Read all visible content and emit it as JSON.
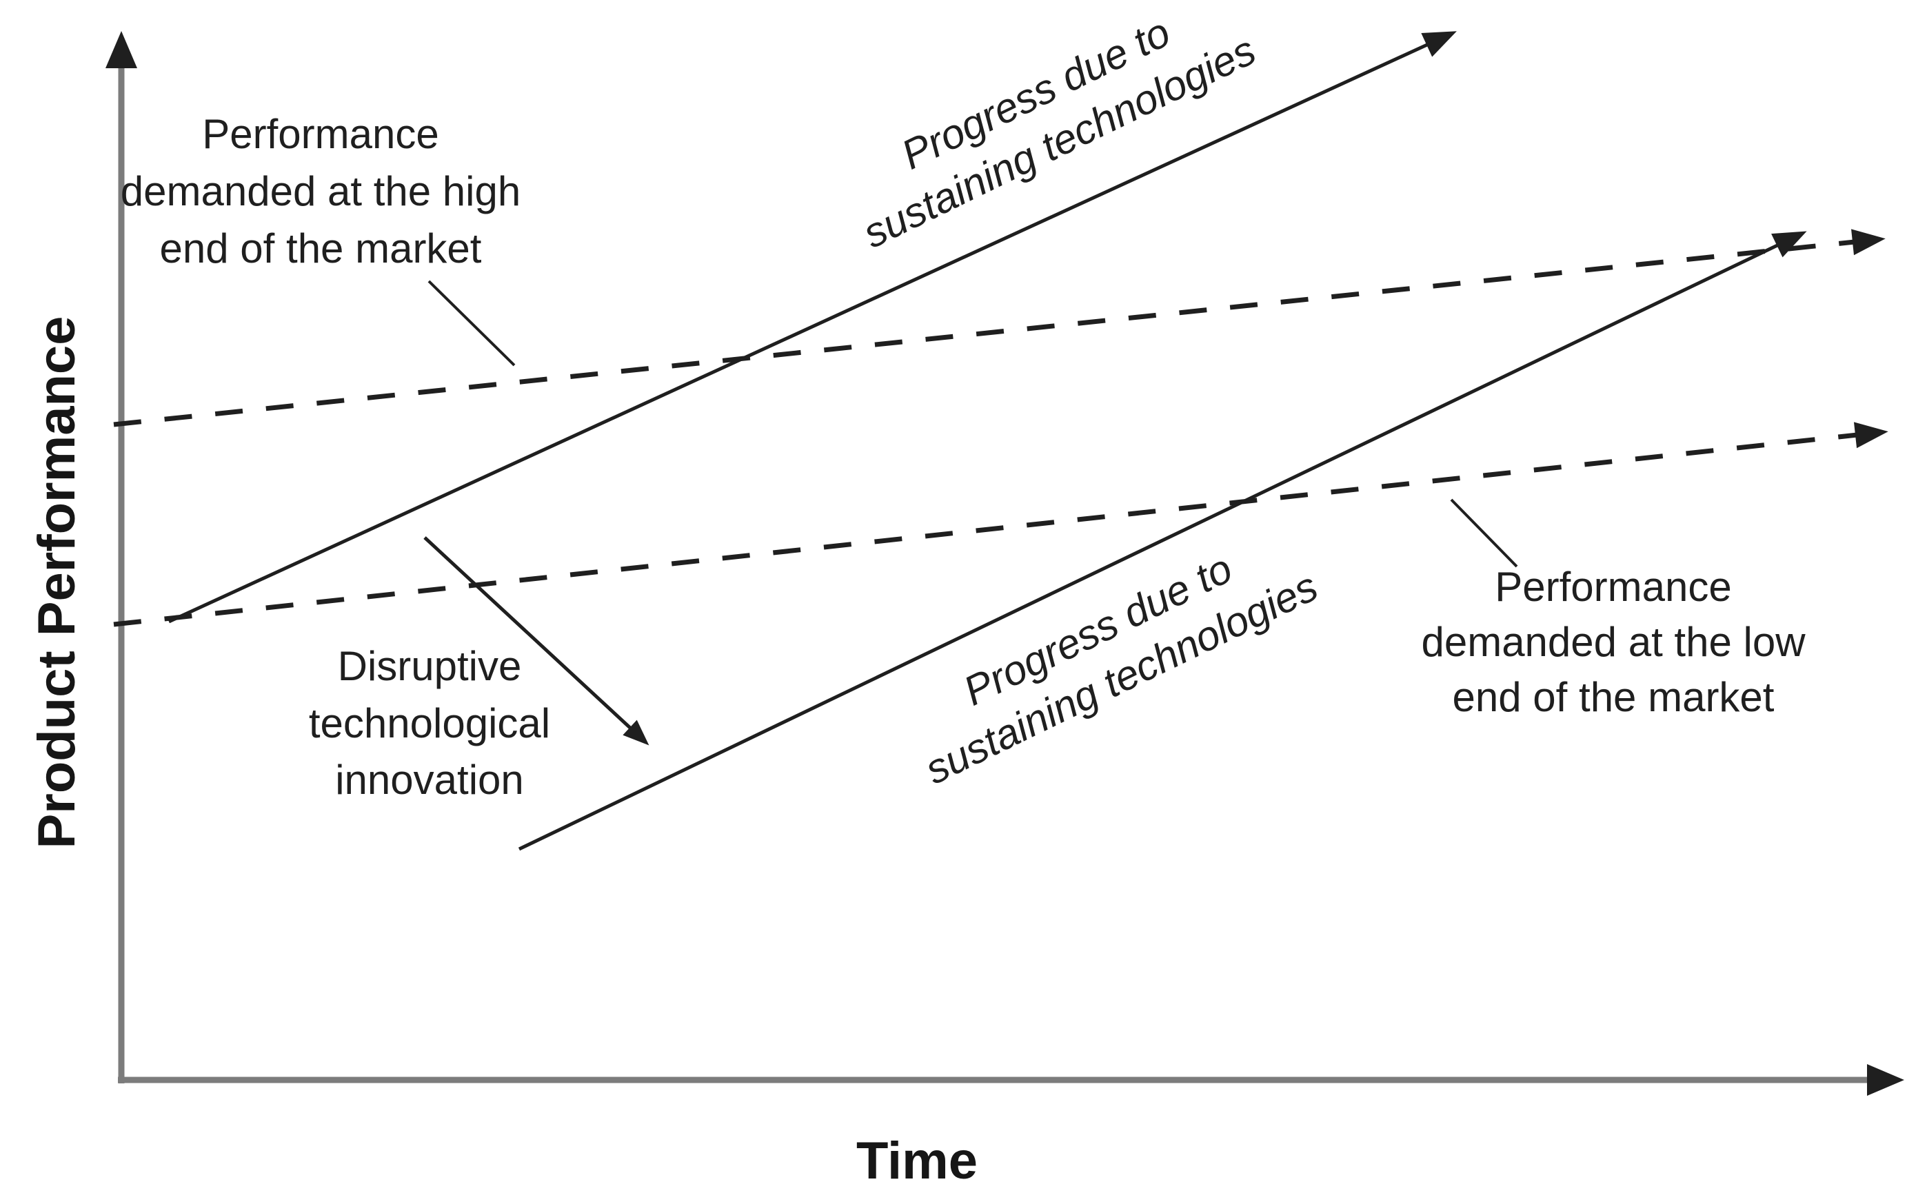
{
  "axes": {
    "y_label": "Product Performance",
    "x_label": "Time"
  },
  "annotations": {
    "high_end": {
      "lines": [
        "Performance",
        "demanded at the high",
        "end of the market"
      ]
    },
    "low_end": {
      "lines": [
        "Performance",
        "demanded at the low",
        "end of the market"
      ]
    },
    "disruptive": {
      "lines": [
        "Disruptive",
        "technological",
        "innovation"
      ]
    },
    "sustaining_top": {
      "lines": [
        "Progress due to",
        "sustaining technologies"
      ]
    },
    "sustaining_bottom": {
      "lines": [
        "Progress due to",
        "sustaining technologies"
      ]
    }
  },
  "lines": [
    {
      "name": "demand-high-end",
      "style": "dashed",
      "label": "Performance demanded at the high end of the market",
      "direction": "gently rising, arrow right"
    },
    {
      "name": "demand-low-end",
      "style": "dashed",
      "label": "Performance demanded at the low end of the market",
      "direction": "gently rising, arrow right"
    },
    {
      "name": "sustaining-progress-upper",
      "style": "solid",
      "label": "Progress due to sustaining technologies",
      "direction": "steeply rising, arrow up-right"
    },
    {
      "name": "sustaining-progress-lower",
      "style": "solid",
      "label": "Progress due to sustaining technologies",
      "direction": "steeply rising, arrow up-right"
    },
    {
      "name": "disruptive-innovation-arrow",
      "style": "solid-arrow",
      "label": "Disruptive technological innovation",
      "direction": "pointing down-right from upper trajectory to lower trajectory"
    }
  ],
  "colors": {
    "ink": "#1f1f1f",
    "axis_shaft": "#7c7c7c",
    "background": "#ffffff"
  }
}
